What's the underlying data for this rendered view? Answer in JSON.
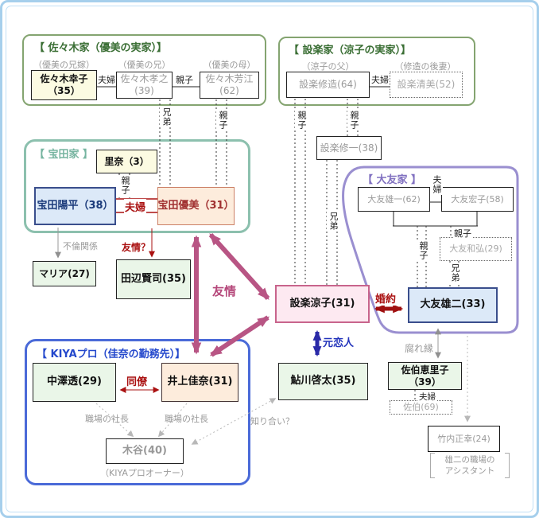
{
  "groups": {
    "sasaki": {
      "title": "【 佐々木家（優美の実家）】"
    },
    "shitara": {
      "title": "【 設楽家（涼子の実家）】"
    },
    "takarada": {
      "title": "【 宝田家 】"
    },
    "otomo": {
      "title": "【 大友家 】"
    },
    "kiya": {
      "title": "【 KIYAプロ（佳奈の勤務先）】"
    }
  },
  "people": {
    "sachiko": {
      "line1": "佐々木幸子",
      "line2": "（35）",
      "note": "（優美の兄嫁）"
    },
    "takayuki": {
      "line1": "佐々木孝之",
      "line2": "(39)",
      "note": "（優美の兄）"
    },
    "yoshie": {
      "line1": "佐々木芳江",
      "line2": "(62)",
      "note": "（優美の母）"
    },
    "shuzo": {
      "line1": "設楽修造(64)",
      "note": "（涼子の父）"
    },
    "kiyomi": {
      "line1": "設楽清美(52)",
      "note": "（修造の後妻）"
    },
    "shuichi": {
      "line1": "設楽修一(38)"
    },
    "rina": {
      "line1": "里奈（3）"
    },
    "yohei": {
      "line1": "宝田陽平（38）"
    },
    "yumi": {
      "line1": "宝田優美（31）"
    },
    "maria": {
      "line1": "マリア(27)"
    },
    "tanabe": {
      "line1": "田辺賢司(35)"
    },
    "ryoko": {
      "line1": "設楽涼子(31)"
    },
    "yuichi": {
      "line1": "大友雄一(62)"
    },
    "hiroko": {
      "line1": "大友宏子(58)"
    },
    "kazuhiro": {
      "line1": "大友和弘(29)"
    },
    "yuji": {
      "line1": "大友雄二(33)"
    },
    "ayukawa": {
      "line1": "鮎川啓太(35)"
    },
    "eriko": {
      "line1": "佐伯恵里子",
      "line2": "（39）"
    },
    "saeki": {
      "line1": "佐伯(69)"
    },
    "takeuchi": {
      "line1": "竹内正幸(24)",
      "note1": "雄二の職場の",
      "note2": "アシスタント"
    },
    "nakazawa": {
      "line1": "中澤透(29)"
    },
    "kana": {
      "line1": "井上佳奈(31)"
    },
    "kiya_owner": {
      "line1": "木谷(40)",
      "note": "（KIYAプロオーナー）"
    }
  },
  "labels": {
    "fufu": "夫婦",
    "oyako": "親子",
    "kyodai": "兄弟",
    "fufu_red": "夫婦",
    "yujo": "友情",
    "yujo_q": "友情？",
    "furin": "不倫関係",
    "konyaku": "婚約",
    "motokoibito": "元恋人",
    "kusarien": "腐れ縁",
    "doryo": "同僚",
    "shokuba_shacho": "職場の社長",
    "shiriai": "知り合い？"
  },
  "relationships": [
    {
      "from": "佐々木幸子",
      "to": "佐々木孝之",
      "label": "夫婦"
    },
    {
      "from": "佐々木孝之",
      "to": "佐々木芳江",
      "label": "親子"
    },
    {
      "from": "佐々木孝之",
      "to": "宝田優美",
      "label": "兄弟"
    },
    {
      "from": "佐々木芳江",
      "to": "宝田優美",
      "label": "親子"
    },
    {
      "from": "設楽修造",
      "to": "設楽清美",
      "label": "夫婦"
    },
    {
      "from": "設楽修造",
      "to": "設楽涼子",
      "label": "親子"
    },
    {
      "from": "設楽修造",
      "to": "設楽修一",
      "label": "親子"
    },
    {
      "from": "設楽修一",
      "to": "設楽涼子",
      "label": "兄弟"
    },
    {
      "from": "里奈",
      "to": "宝田陽平・宝田優美",
      "label": "親子"
    },
    {
      "from": "宝田陽平",
      "to": "宝田優美",
      "label": "夫婦"
    },
    {
      "from": "宝田陽平",
      "to": "マリア",
      "label": "不倫関係"
    },
    {
      "from": "宝田優美",
      "to": "田辺賢司",
      "label": "友情？"
    },
    {
      "from": "宝田優美",
      "to": "設楽涼子",
      "label": "友情"
    },
    {
      "from": "宝田優美",
      "to": "井上佳奈",
      "label": "友情"
    },
    {
      "from": "設楽涼子",
      "to": "井上佳奈",
      "label": "友情"
    },
    {
      "from": "設楽涼子",
      "to": "大友雄二",
      "label": "婚約"
    },
    {
      "from": "設楽涼子",
      "to": "鮎川啓太",
      "label": "元恋人"
    },
    {
      "from": "大友雄一",
      "to": "大友宏子",
      "label": "夫婦"
    },
    {
      "from": "大友雄一・大友宏子",
      "to": "大友雄二",
      "label": "親子"
    },
    {
      "from": "大友雄一・大友宏子",
      "to": "大友和弘",
      "label": "親子"
    },
    {
      "from": "大友和弘",
      "to": "大友雄二",
      "label": "兄弟"
    },
    {
      "from": "大友雄二",
      "to": "佐伯恵里子",
      "label": "腐れ縁"
    },
    {
      "from": "佐伯恵里子",
      "to": "佐伯",
      "label": "夫婦"
    },
    {
      "from": "大友雄二",
      "to": "竹内正幸",
      "label": "雄二の職場のアシスタント"
    },
    {
      "from": "中澤透",
      "to": "井上佳奈",
      "label": "同僚"
    },
    {
      "from": "中澤透",
      "to": "木谷",
      "label": "職場の社長"
    },
    {
      "from": "井上佳奈",
      "to": "木谷",
      "label": "職場の社長"
    },
    {
      "from": "木谷",
      "to": "鮎川啓太",
      "label": "知り合い？"
    }
  ],
  "colors": {
    "frame_blue": "#a6cfec",
    "group_green": "#84a470",
    "group_teal": "#8cc0ae",
    "group_purple": "#9a8fd0",
    "group_blue": "#4a6ad8",
    "friendship_rose": "#b85584",
    "engagement_red": "#a01010",
    "ex_lover_blue": "#2a2aa8",
    "gray_relation": "#999999"
  }
}
